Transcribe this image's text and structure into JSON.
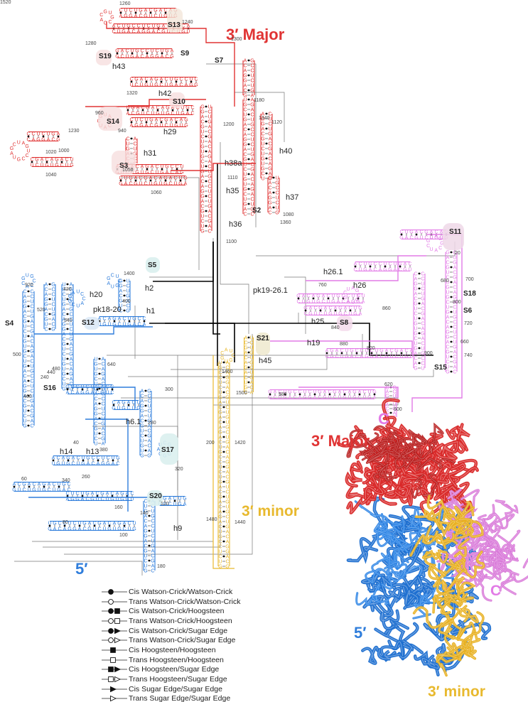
{
  "domains": {
    "major_3": {
      "label": "3′ Major",
      "color": "#e03434"
    },
    "central": {
      "label": "C",
      "color": "#e27be6"
    },
    "minor_3": {
      "label": "3′ minor",
      "color": "#e8b92e"
    },
    "five_prime": {
      "label": "5′",
      "color": "#2f7ddb"
    }
  },
  "structure_3d_labels": {
    "major": "3′ Major",
    "central": "C",
    "five_prime": "5′",
    "minor": "3′ minor"
  },
  "helix_labels": [
    "h43",
    "h42",
    "h29",
    "h31",
    "h40",
    "h38a",
    "h35",
    "h37",
    "h36",
    "h20",
    "pk18-20",
    "h2",
    "h1",
    "h26.1",
    "h26",
    "pk19-26.1",
    "h25",
    "h19",
    "h45",
    "h6.1",
    "h14",
    "h13",
    "h9"
  ],
  "protein_labels": [
    "S13",
    "S19",
    "S9",
    "S7",
    "S10",
    "S14",
    "S3",
    "S2",
    "S11",
    "S18",
    "S6",
    "S15",
    "S8",
    "S21",
    "S5",
    "S4",
    "S12",
    "S16",
    "S17",
    "S20"
  ],
  "numbering": [
    "1260",
    "1240",
    "1280",
    "1300",
    "1320",
    "960",
    "940",
    "1230",
    "1020",
    "1000",
    "1040",
    "1050",
    "1060",
    "1200",
    "1340",
    "1120",
    "1180",
    "1110",
    "1360",
    "1080",
    "1100",
    "1400",
    "920",
    "420",
    "520",
    "540",
    "500",
    "440",
    "400",
    "20",
    "700",
    "680",
    "800",
    "720",
    "740",
    "660",
    "760",
    "860",
    "840",
    "880",
    "820",
    "900",
    "580",
    "620",
    "600",
    "640",
    "300",
    "280",
    "240",
    "460",
    "480",
    "40",
    "380",
    "320",
    "260",
    "340",
    "60",
    "80",
    "100",
    "160",
    "140",
    "120",
    "180",
    "200",
    "1420",
    "1480",
    "1440",
    "1460",
    "1500",
    "1520"
  ],
  "legend": [
    {
      "label": "Cis Watson-Crick/Watson-Crick",
      "shape": "circle",
      "filled": true
    },
    {
      "label": "Trans Watson-Crick/Watson-Crick",
      "shape": "circle",
      "filled": false
    },
    {
      "label": "Cis Watson-Crick/Hoogsteen",
      "shape": "circle-square",
      "filled": true
    },
    {
      "label": "Trans Watson-Crick/Hoogsteen",
      "shape": "circle-square",
      "filled": false
    },
    {
      "label": "Cis Watson-Crick/Sugar Edge",
      "shape": "circle-triangle",
      "filled": true
    },
    {
      "label": "Trans Watson-Crick/Sugar Edge",
      "shape": "circle-triangle",
      "filled": false
    },
    {
      "label": "Cis Hoogsteen/Hoogsteen",
      "shape": "square",
      "filled": true
    },
    {
      "label": "Trans Hoogsteen/Hoogsteen",
      "shape": "square",
      "filled": false
    },
    {
      "label": "Cis Hoogsteen/Sugar Edge",
      "shape": "square-triangle",
      "filled": true
    },
    {
      "label": "Trans Hoogsteen/Sugar Edge",
      "shape": "square-triangle",
      "filled": false
    },
    {
      "label": "Cis Sugar Edge/Sugar Edge",
      "shape": "triangle",
      "filled": true
    },
    {
      "label": "Trans Sugar Edge/Sugar Edge",
      "shape": "triangle",
      "filled": false
    }
  ]
}
